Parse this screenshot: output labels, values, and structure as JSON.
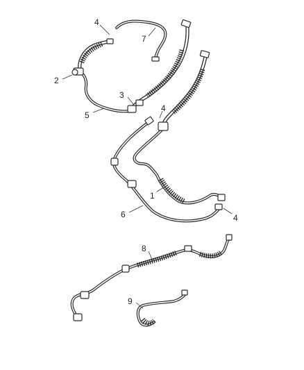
{
  "colors": {
    "line": "#2a2a2a",
    "background": "#ffffff",
    "text": "#222222"
  },
  "callouts": [
    {
      "id": "c4a",
      "label": "4"
    },
    {
      "id": "c7",
      "label": "7"
    },
    {
      "id": "c2",
      "label": "2"
    },
    {
      "id": "c3",
      "label": "3"
    },
    {
      "id": "c5",
      "label": "5"
    },
    {
      "id": "c4b",
      "label": "4"
    },
    {
      "id": "c1",
      "label": "1"
    },
    {
      "id": "c6",
      "label": "6"
    },
    {
      "id": "c4c",
      "label": "4"
    },
    {
      "id": "c8",
      "label": "8"
    },
    {
      "id": "c9",
      "label": "9"
    }
  ]
}
